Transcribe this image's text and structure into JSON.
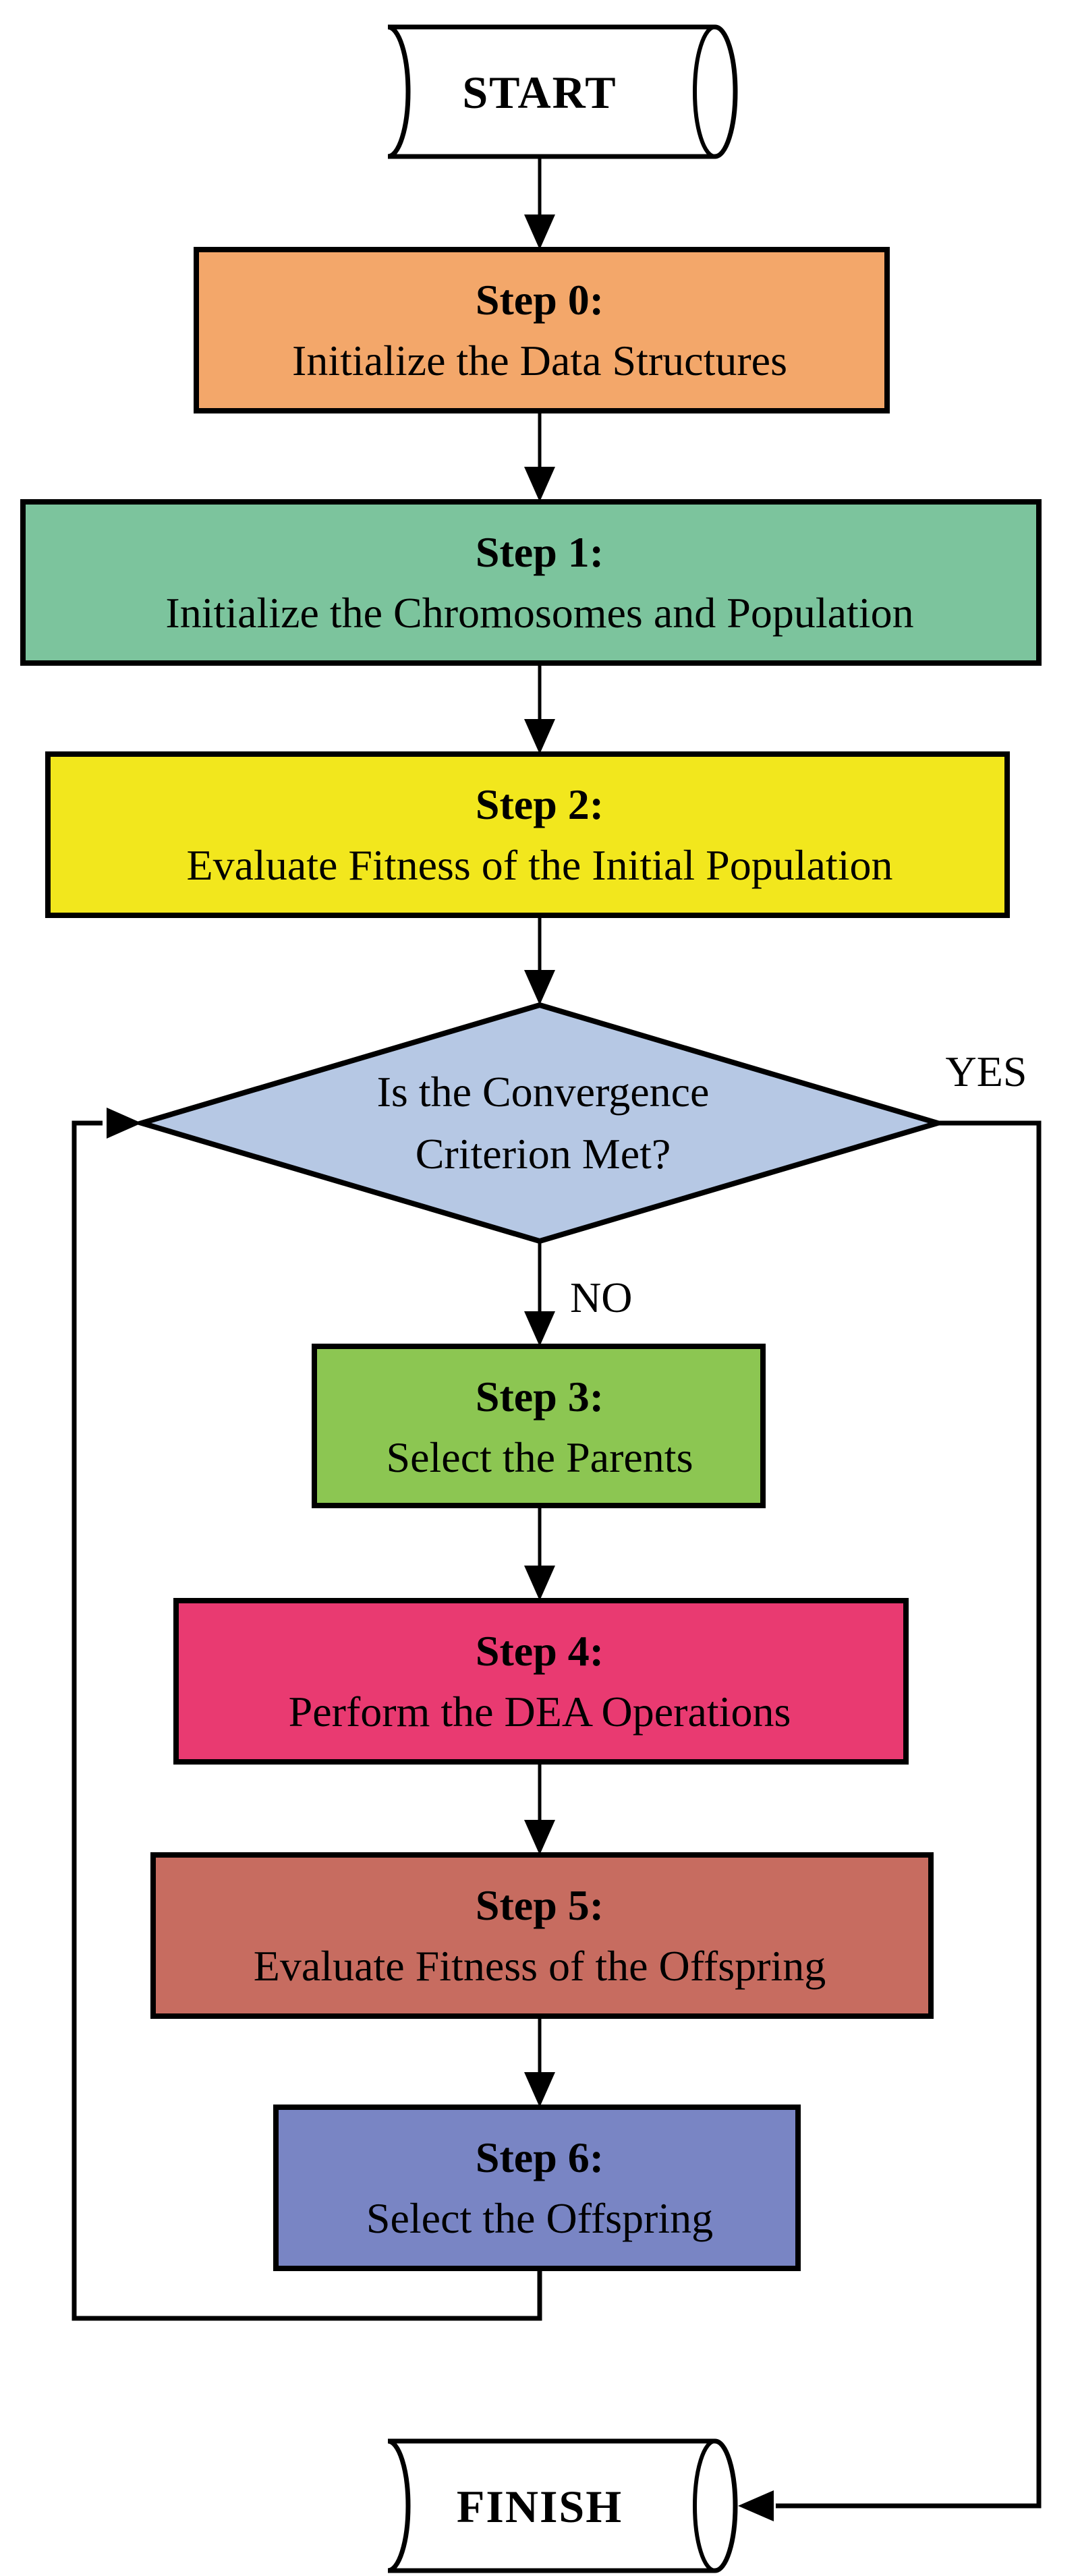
{
  "flowchart": {
    "terminals": {
      "start_label": "START",
      "finish_label": "FINISH"
    },
    "steps": [
      {
        "title": "Step 0:",
        "text": "Initialize the Data Structures",
        "color": "#F3A76A"
      },
      {
        "title": "Step 1:",
        "text": "Initialize the Chromosomes and Population",
        "color": "#7CC49D"
      },
      {
        "title": "Step 2:",
        "text": "Evaluate Fitness of the Initial Population",
        "color": "#F2E71D"
      },
      {
        "title": "Step 3:",
        "text": "Select the Parents",
        "color": "#8CC652"
      },
      {
        "title": "Step 4:",
        "text": "Perform the DEA Operations",
        "color": "#E93A71"
      },
      {
        "title": "Step 5:",
        "text": "Evaluate Fitness of the Offspring",
        "color": "#C76C60"
      },
      {
        "title": "Step 6:",
        "text": "Select the Offspring",
        "color": "#7985C4"
      }
    ],
    "decision": {
      "line1": "Is the Convergence",
      "line2": "Criterion Met?",
      "color": "#B6C8E4",
      "yes_label": "YES",
      "no_label": "NO"
    },
    "line_color": "#000000"
  }
}
